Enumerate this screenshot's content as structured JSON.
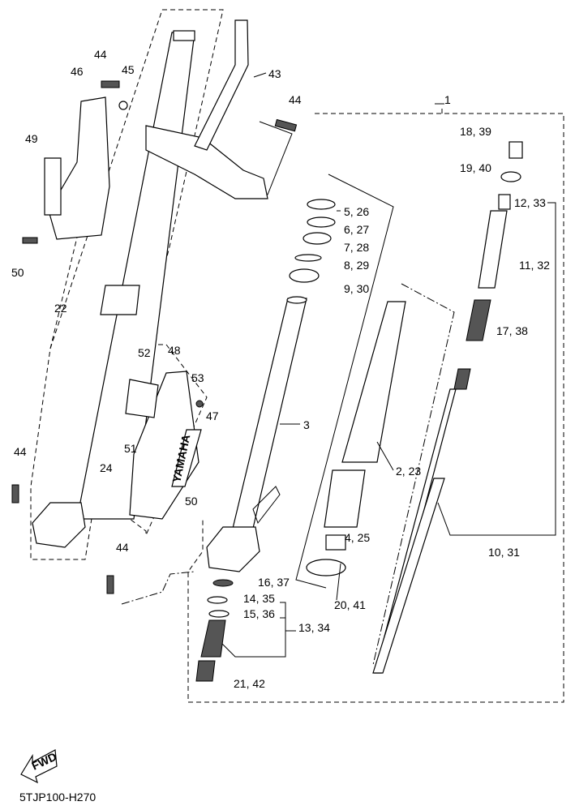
{
  "diagram_code": "5TJP100-H270",
  "fwd_label": "FWD",
  "brand_decal": "YAMAHA",
  "callouts": [
    {
      "text": "1"
    },
    {
      "text": "18, 39"
    },
    {
      "text": "19, 40"
    },
    {
      "text": "12, 33"
    },
    {
      "text": "11, 32"
    },
    {
      "text": "17, 38"
    },
    {
      "text": "5, 26"
    },
    {
      "text": "6, 27"
    },
    {
      "text": "7, 28"
    },
    {
      "text": "8, 29"
    },
    {
      "text": "9, 30"
    },
    {
      "text": "3"
    },
    {
      "text": "2, 23"
    },
    {
      "text": "4, 25"
    },
    {
      "text": "20, 41"
    },
    {
      "text": "10, 31"
    },
    {
      "text": "16, 37"
    },
    {
      "text": "14, 35"
    },
    {
      "text": "15, 36"
    },
    {
      "text": "13, 34"
    },
    {
      "text": "21, 42"
    },
    {
      "text": "44"
    },
    {
      "text": "45"
    },
    {
      "text": "46"
    },
    {
      "text": "43"
    },
    {
      "text": "44"
    },
    {
      "text": "49"
    },
    {
      "text": "50"
    },
    {
      "text": "22"
    },
    {
      "text": "52"
    },
    {
      "text": "48"
    },
    {
      "text": "53"
    },
    {
      "text": "47"
    },
    {
      "text": "51"
    },
    {
      "text": "24"
    },
    {
      "text": "44"
    },
    {
      "text": "50"
    },
    {
      "text": "44"
    }
  ]
}
